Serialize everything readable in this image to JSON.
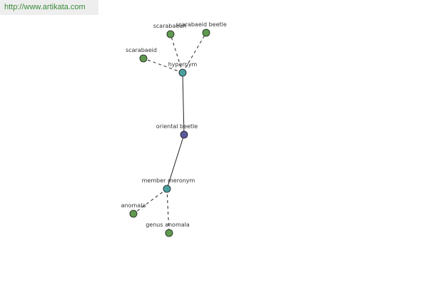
{
  "site": {
    "url": "http://www.artikata.com"
  },
  "colors": {
    "leaf": "#5f9a4f",
    "relation": "#4aa0a0",
    "center": "#5a5a9e",
    "edge": "#222222"
  },
  "graph": {
    "nodes": [
      {
        "id": "center",
        "label": "oriental beetle",
        "kind": "center"
      },
      {
        "id": "hypernym",
        "label": "hypernym",
        "kind": "relation"
      },
      {
        "id": "member-meronym",
        "label": "member meronym",
        "kind": "relation"
      },
      {
        "id": "scarabaeid",
        "label": "scarabaeid",
        "kind": "leaf"
      },
      {
        "id": "scarabaean",
        "label": "scarabaean",
        "kind": "leaf"
      },
      {
        "id": "scarabaeid-beetle",
        "label": "scarabaeid beetle",
        "kind": "leaf"
      },
      {
        "id": "anomala",
        "label": "anomala",
        "kind": "leaf"
      },
      {
        "id": "genus-anomala",
        "label": "genus anomala",
        "kind": "leaf"
      }
    ],
    "edges": [
      {
        "from": "center",
        "to": "hypernym",
        "style": "solid"
      },
      {
        "from": "center",
        "to": "member-meronym",
        "style": "solid"
      },
      {
        "from": "hypernym",
        "to": "scarabaeid",
        "style": "dashed"
      },
      {
        "from": "hypernym",
        "to": "scarabaean",
        "style": "dashed"
      },
      {
        "from": "hypernym",
        "to": "scarabaeid-beetle",
        "style": "dashed"
      },
      {
        "from": "member-meronym",
        "to": "anomala",
        "style": "dashed"
      },
      {
        "from": "member-meronym",
        "to": "genus-anomala",
        "style": "dashed"
      }
    ]
  }
}
